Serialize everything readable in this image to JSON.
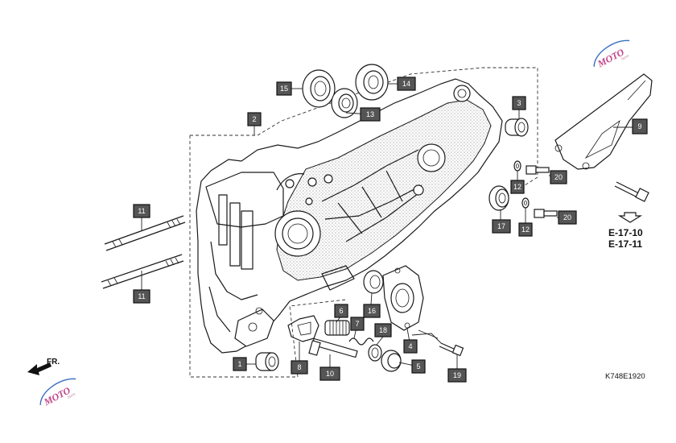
{
  "diagram_code": "K748E1920",
  "references": [
    "E-17-10",
    "E-17-11"
  ],
  "direction_label": "FR.",
  "watermark": {
    "text": "MOTO",
    "subtext": "Sprint",
    "color_main": "#c0468a",
    "color_accent": "#3a6fc0"
  },
  "colors": {
    "callout_fill": "#555555",
    "callout_text": "#ffffff",
    "line": "#1a1a1a"
  },
  "callouts": [
    {
      "id": "c1",
      "label": "1"
    },
    {
      "id": "c2",
      "label": "2"
    },
    {
      "id": "c3",
      "label": "3"
    },
    {
      "id": "c4",
      "label": "4"
    },
    {
      "id": "c5",
      "label": "5"
    },
    {
      "id": "c6",
      "label": "6"
    },
    {
      "id": "c7",
      "label": "7"
    },
    {
      "id": "c8",
      "label": "8"
    },
    {
      "id": "c9",
      "label": "9"
    },
    {
      "id": "c10",
      "label": "10"
    },
    {
      "id": "c11a",
      "label": "11"
    },
    {
      "id": "c11b",
      "label": "11"
    },
    {
      "id": "c12a",
      "label": "12"
    },
    {
      "id": "c12b",
      "label": "12"
    },
    {
      "id": "c13",
      "label": "13"
    },
    {
      "id": "c14",
      "label": "14"
    },
    {
      "id": "c15",
      "label": "15"
    },
    {
      "id": "c16",
      "label": "16"
    },
    {
      "id": "c17",
      "label": "17"
    },
    {
      "id": "c18",
      "label": "18"
    },
    {
      "id": "c19",
      "label": "19"
    },
    {
      "id": "c20a",
      "label": "20"
    },
    {
      "id": "c20b",
      "label": "20"
    }
  ]
}
